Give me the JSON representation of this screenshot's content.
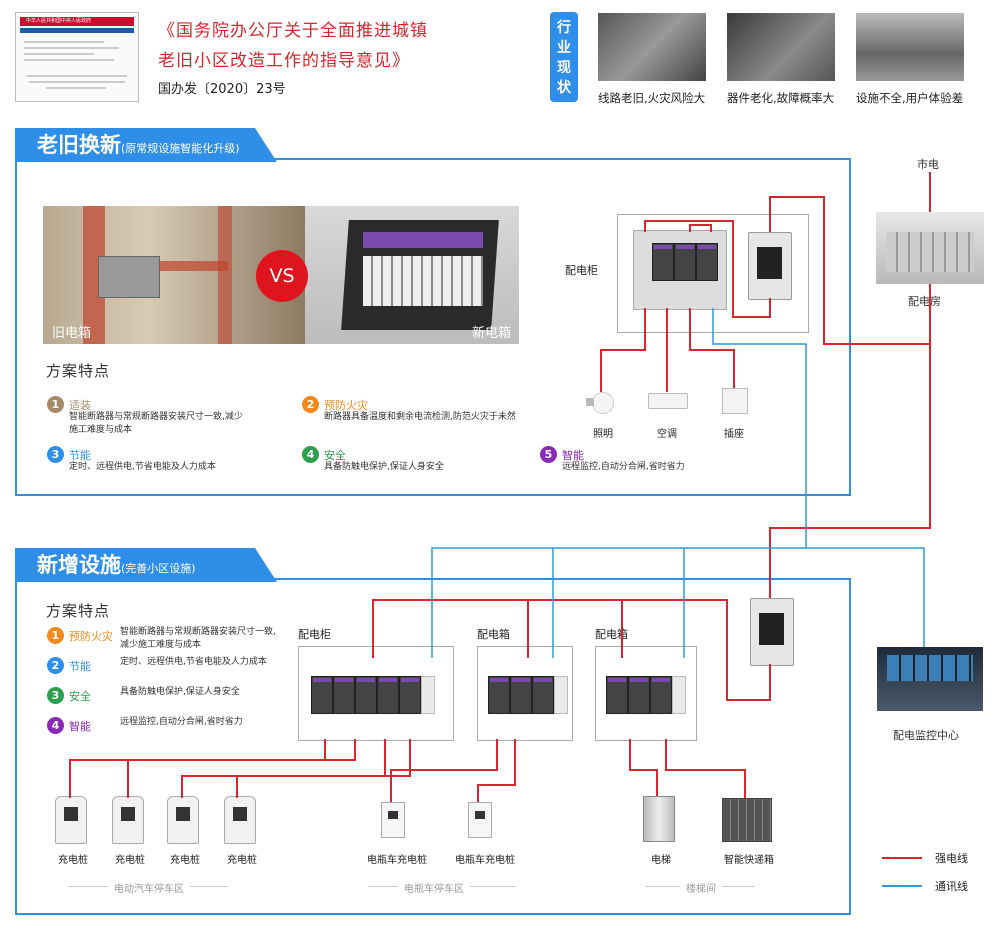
{
  "header": {
    "policy_line1": "《国务院办公厅关于全面推进城镇",
    "policy_line2": "老旧小区改造工作的指导意见》",
    "doc_number": "国办发〔2020〕23号",
    "doc_thumb_title": "中华人民共和国中央人民政府"
  },
  "status": {
    "tag": "行业现状",
    "items": [
      {
        "caption": "线路老旧,火灾风险大"
      },
      {
        "caption": "器件老化,故障概率大"
      },
      {
        "caption": "设施不全,用户体验差"
      }
    ]
  },
  "section1": {
    "title": "老旧换新",
    "subtitle": "(原常规设施智能化升级)",
    "old_box_label": "旧电箱",
    "new_box_label": "新电箱",
    "vs": "VS",
    "features_title": "方案特点",
    "features": [
      {
        "num": "1",
        "head": "适装",
        "text": "智能断路器与常规断路器安装尺寸一致,减少施工难度与成本",
        "color": "#a58b6a"
      },
      {
        "num": "2",
        "head": "预防火灾",
        "text": "断路器具备温度和剩余电流检测,防范火灾于未然",
        "color": "#f08a1c"
      },
      {
        "num": "3",
        "head": "节能",
        "text": "定时、远程供电,节省电能及人力成本",
        "color": "#2f8fe8"
      },
      {
        "num": "4",
        "head": "安全",
        "text": "具备防触电保护,保证人身安全",
        "color": "#2e9e4f"
      },
      {
        "num": "5",
        "head": "智能",
        "text": "远程监控,自动分合闸,省时省力",
        "color": "#8a2bb7"
      }
    ],
    "cabinet_label": "配电柜",
    "loads": [
      "照明",
      "空调",
      "插座"
    ]
  },
  "right": {
    "mains": "市电",
    "power_room": "配电房",
    "monitor_center": "配电监控中心"
  },
  "section2": {
    "title": "新增设施",
    "subtitle": "(完善小区设施)",
    "features_title": "方案特点",
    "features": [
      {
        "num": "1",
        "head": "预防火灾",
        "text": "智能断路器与常规断路器安装尺寸一致,减少施工难度与成本",
        "color": "#f08a1c"
      },
      {
        "num": "2",
        "head": "节能",
        "text": "定时、远程供电,节省电能及人力成本",
        "color": "#2f8fe8"
      },
      {
        "num": "3",
        "head": "安全",
        "text": "具备防触电保护,保证人身安全",
        "color": "#2e9e4f"
      },
      {
        "num": "4",
        "head": "智能",
        "text": "远程监控,自动分合闸,省时省力",
        "color": "#8a2bb7"
      }
    ],
    "cabinet_labels": [
      "配电柜",
      "配电箱",
      "配电箱"
    ],
    "chargers": [
      "充电桩",
      "充电桩",
      "充电桩",
      "充电桩"
    ],
    "ebike": [
      "电瓶车充电桩",
      "电瓶车充电桩"
    ],
    "elevator": "电梯",
    "locker": "智能快递箱",
    "zones": [
      "电动汽车停车区",
      "电瓶车停车区",
      "楼梯间"
    ]
  },
  "legend": {
    "strong": "强电线",
    "comm": "通讯线",
    "strong_color": "#d7262d",
    "comm_color": "#2f9ad6"
  }
}
